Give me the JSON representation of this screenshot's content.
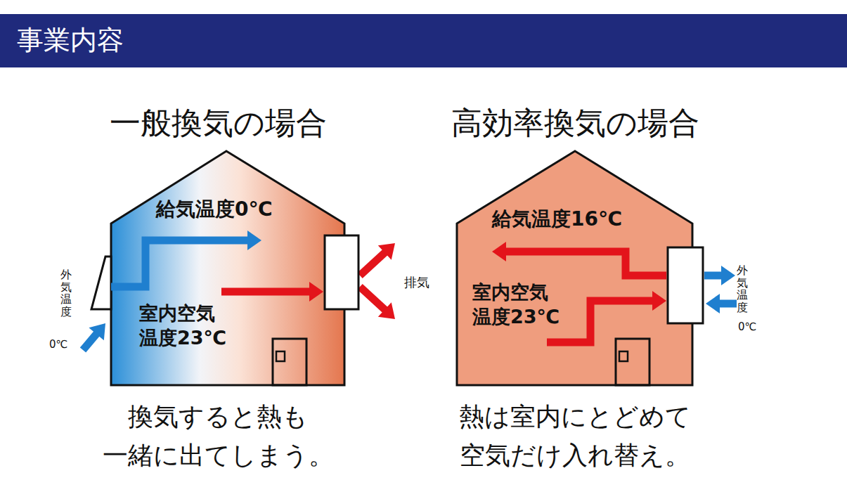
{
  "diagram": {
    "title": "事業内容",
    "nodes": [
      {
        "text": [
          "一般換気の場合",
          "給気温度0℃",
          "室内空気 温度23℃"
        ]
      },
      {
        "text": [
          "高効率換気の場合",
          "給気温度16℃",
          "室内空気 温度23℃"
        ]
      }
    ],
    "labels": [
      "外気温度",
      "0℃",
      "排気",
      "換気すると熱も 一緒に出てしまう。",
      "外気温度",
      "0℃",
      "熱は室内にとどめて 空気だけ入れ替え。"
    ]
  }
}
